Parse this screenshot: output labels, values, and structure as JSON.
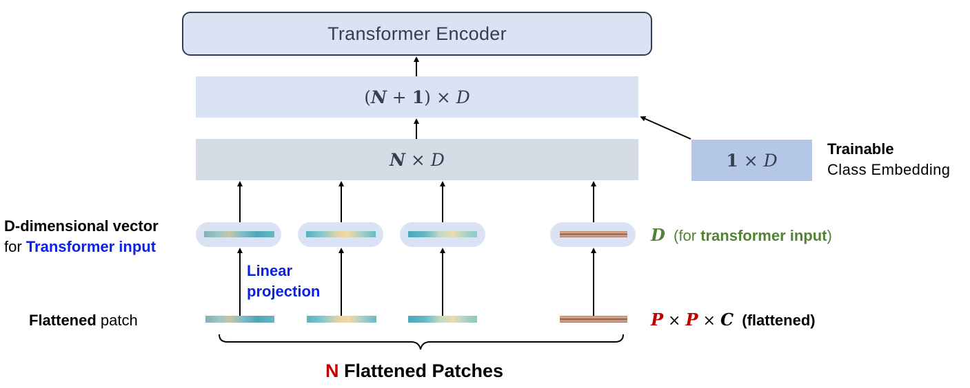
{
  "encoder": {
    "label": "Transformer Encoder"
  },
  "token_block": {
    "open": "(",
    "n": "N",
    "plus": " + ",
    "one": "1",
    "close": ")",
    "times": " × ",
    "d": "D"
  },
  "patch_block": {
    "n": "N",
    "times": " × ",
    "d": "D"
  },
  "class_block": {
    "one": "1",
    "times": " × ",
    "d": "D"
  },
  "class_label": {
    "line1": "Trainable",
    "line2": "Class Embedding"
  },
  "vector_label": {
    "line1": "D-dimensional vector",
    "line2_prefix": "for ",
    "line2_highlight": "Transformer input"
  },
  "projection_label": {
    "line1": "Linear",
    "line2": "projection"
  },
  "flattened_label": {
    "bold": "Flattened",
    "rest": " patch"
  },
  "d_label": {
    "d": "D",
    "open": "  (for ",
    "bold": "transformer input",
    "close": ")"
  },
  "ppc_label": {
    "p1": "P",
    "x1": " × ",
    "p2": "P",
    "x2": " × ",
    "c": "C",
    "rest": "  (flattened)"
  },
  "brace_label": {
    "n": "N",
    "rest": " Flattened Patches"
  },
  "colors": {
    "accent_blue": "#0b22e6",
    "accent_green": "#548235",
    "accent_red": "#c00000",
    "box_light": "#dae3f3",
    "box_gray": "#d6dce5",
    "box_class": "#b4c7e7"
  }
}
